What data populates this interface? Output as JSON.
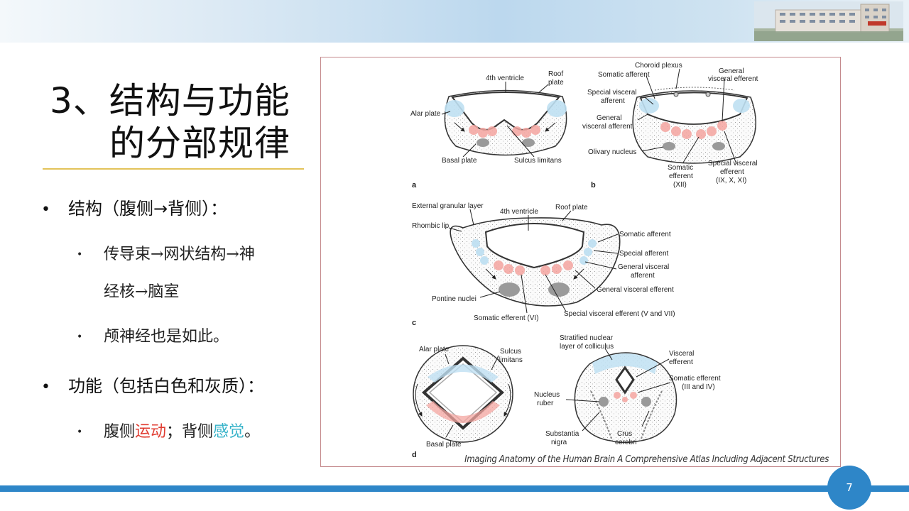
{
  "title": {
    "line1": "3、结构与功能",
    "line2": "的分部规律"
  },
  "bullets": {
    "structure": "结构（腹侧→背侧）：",
    "structure_sub1_line1": "传导束→网状结构→神",
    "structure_sub1_line2": "经核→脑室",
    "structure_sub2": "颅神经也是如此。",
    "function": "功能（包括白色和灰质）：",
    "function_sub_a": "腹侧",
    "function_sub_motor": "运动",
    "function_sub_b": "；背侧",
    "function_sub_sense": "感觉",
    "function_sub_c": "。"
  },
  "figure": {
    "panel_a": {
      "letter": "a",
      "labels": [
        "4th ventricle",
        "Roof",
        "plate",
        "Alar plate",
        "Basal plate",
        "Sulcus limitans"
      ]
    },
    "panel_b": {
      "letter": "b",
      "labels": [
        "Choroid plexus",
        "Somatic afferent",
        "General",
        "visceral efferent",
        "Special visceral",
        "afferent",
        "General",
        "visceral afferent",
        "Olivary nucleus",
        "Somatic",
        "efferent",
        "(XII)",
        "Special visceral",
        "efferent",
        "(IX, X, XI)"
      ]
    },
    "panel_c": {
      "letter": "c",
      "labels": [
        "External granular layer",
        "4th ventricle",
        "Roof plate",
        "Rhombic lip",
        "Somatic afferent",
        "Special afferent",
        "General visceral",
        "afferent",
        "General visceral efferent",
        "Pontine nuclei",
        "Somatic efferent (VI)",
        "Special visceral efferent (V and VII)"
      ]
    },
    "panel_d": {
      "letter": "d",
      "labels": [
        "Alar plate",
        "Sulcus",
        "limitans",
        "Basal plate",
        "Stratified nuclear",
        "layer of colliculus",
        "Visceral",
        "efferent",
        "Somatic efferent",
        "(III and IV)",
        "Nucleus",
        "ruber",
        "Substantia",
        "nigra",
        "Crus",
        "cerebri"
      ]
    },
    "caption": "Imaging Anatomy of the Human Brain A Comprehensive Atlas Including Adjacent Structures"
  },
  "page_number": "7",
  "colors": {
    "accent_blue": "#2e86c8",
    "motor_red": "#e03c31",
    "sensory_cyan": "#37b3c9",
    "title_rule": "#e3c35a"
  }
}
